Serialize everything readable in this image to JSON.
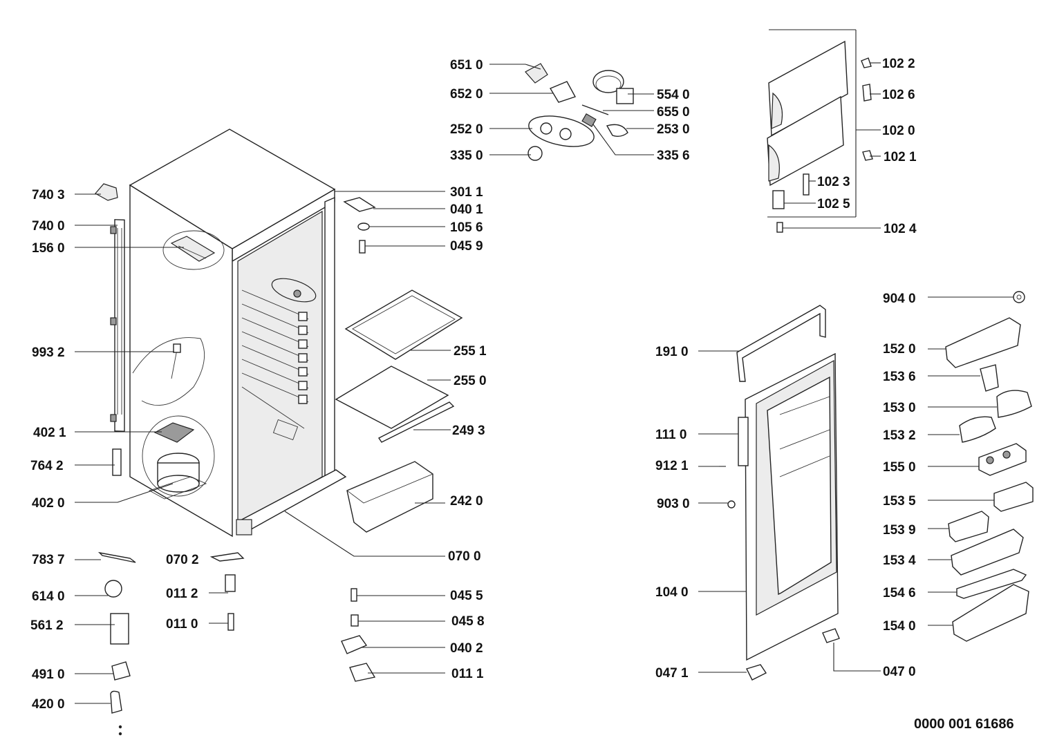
{
  "labels": {
    "l6510": "651 0",
    "l6520": "652 0",
    "l2520": "252 0",
    "l3350": "335 0",
    "l5540": "554 0",
    "l6550": "655 0",
    "l2530": "253 0",
    "l3356": "335 6",
    "l1022": "102 2",
    "l1026": "102 6",
    "l1020": "102 0",
    "l1021": "102 1",
    "l1023": "102 3",
    "l1025": "102 5",
    "l1024": "102 4",
    "l7403": "740 3",
    "l7400": "740 0",
    "l1560": "156 0",
    "l9932": "993 2",
    "l4021": "402 1",
    "l7642": "764 2",
    "l4020": "402 0",
    "l3011": "301 1",
    "l0401": "040 1",
    "l1056": "105 6",
    "l0459": "045 9",
    "l2551": "255 1",
    "l2550": "255 0",
    "l2493": "249 3",
    "l2420": "242 0",
    "l0700": "070 0",
    "l7837": "783 7",
    "l0702": "070 2",
    "l6140": "614 0",
    "l0112": "011 2",
    "l5612": "561 2",
    "l0110": "011 0",
    "l4910": "491 0",
    "l4200": "420 0",
    "l0455": "045 5",
    "l0458": "045 8",
    "l0402": "040 2",
    "l0111": "011 1",
    "l9040": "904 0",
    "l1520": "152 0",
    "l1536": "153 6",
    "l1530": "153 0",
    "l1532": "153 2",
    "l1550": "155 0",
    "l1535": "153 5",
    "l1539": "153 9",
    "l1534": "153 4",
    "l1546": "154 6",
    "l1540": "154 0",
    "l0470": "047 0",
    "l1910": "191 0",
    "l1110": "111 0",
    "l9121": "912 1",
    "l9030": "903 0",
    "l1040": "104 0",
    "l0471": "047 1"
  },
  "document_number": "0000 001 61686"
}
